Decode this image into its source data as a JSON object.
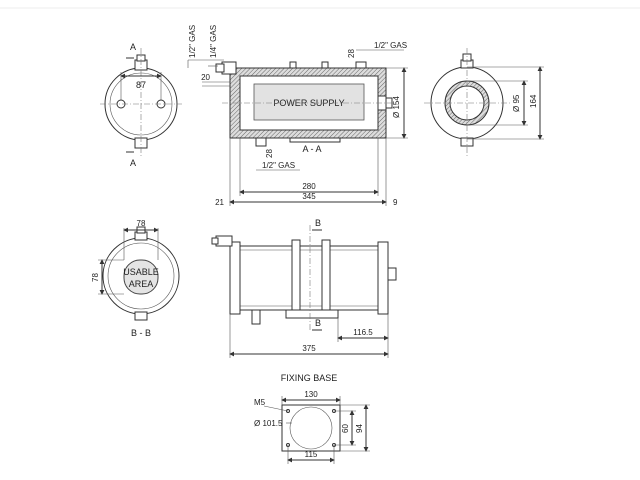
{
  "top_left_view": {
    "section_mark_top": "A",
    "section_mark_bottom": "A",
    "dim_spacing": "87"
  },
  "section_view": {
    "label_inner": "POWER SUPPLY",
    "section_title": "A - A",
    "dim_gas_half_top": "1/2\" GAS",
    "dim_gas_quarter": "1/4\" GAS",
    "dim_gas_half_right": "1/2\" GAS",
    "dim_28_top": "28",
    "dim_20": "20",
    "dim_28_bottom": "28",
    "dim_gas_half_bottom": "1/2\" GAS",
    "dim_280": "280",
    "dim_21": "21",
    "dim_345": "345",
    "dim_9": "9",
    "dim_dia_154": "Ø 154"
  },
  "end_view": {
    "dim_dia_95": "Ø 95",
    "dim_164": "164"
  },
  "usable_area_view": {
    "dim_width": "78",
    "dim_height": "78",
    "area_line1": "USABLE",
    "area_line2": "AREA",
    "section_title": "B - B"
  },
  "side_view": {
    "section_mark_top": "B",
    "section_mark_bottom": "B",
    "dim_116_5": "116.5",
    "dim_375": "375"
  },
  "fixing_base": {
    "title": "FIXING BASE",
    "dim_130": "130",
    "dim_m5": "M5",
    "dim_dia_101_5": "Ø 101.5",
    "dim_60": "60",
    "dim_94": "94",
    "dim_115": "115"
  }
}
